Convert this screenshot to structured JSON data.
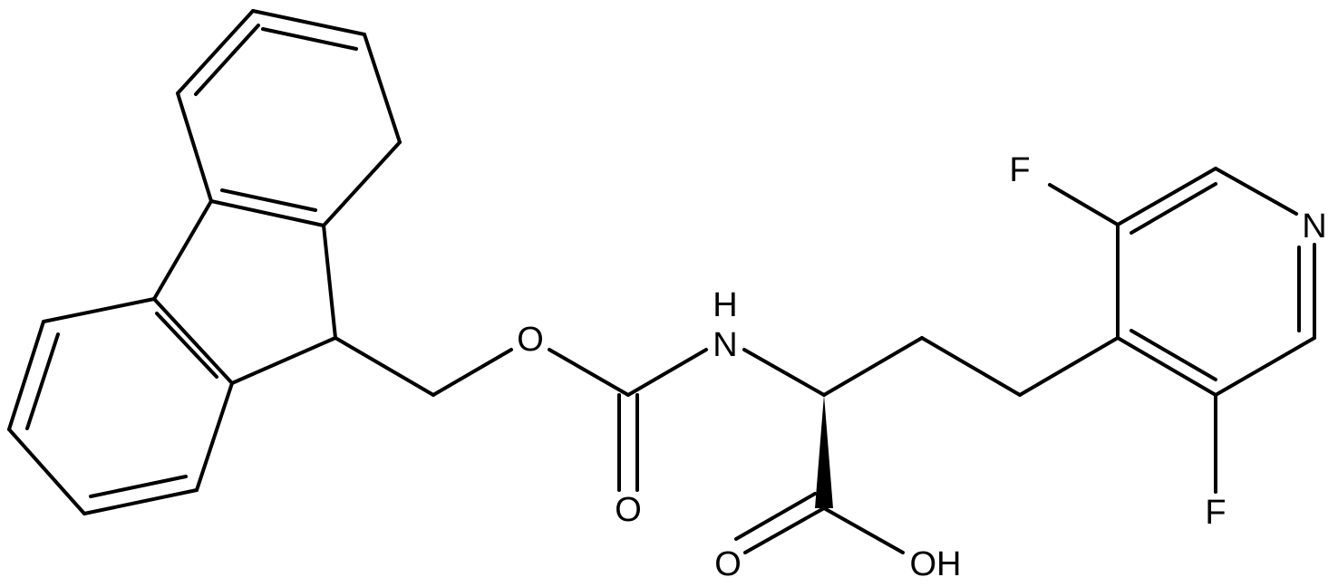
{
  "atom_labels": {
    "o_ester": "O",
    "nh": "H",
    "nh_n": "N",
    "o_carbonyl_carbamate": "O",
    "o_carbonyl_acid": "O",
    "oh": "OH",
    "f_top": "F",
    "f_bottom": "F",
    "n_pyridine": "N"
  },
  "colors": {
    "bond": "#000000",
    "text": "#000000",
    "background": "#ffffff"
  }
}
